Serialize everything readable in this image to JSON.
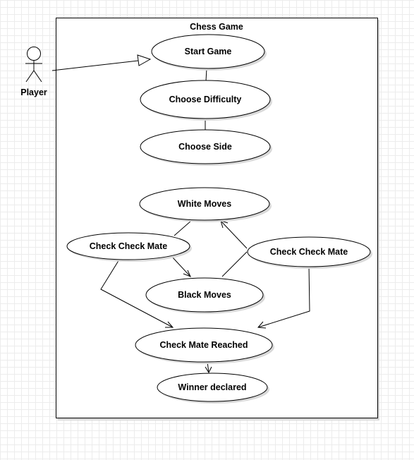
{
  "diagram": {
    "system_title": "Chess Game",
    "actor": {
      "label": "Player"
    },
    "use_cases": {
      "start_game": "Start Game",
      "choose_difficulty": "Choose Difficulty",
      "choose_side": "Choose Side",
      "white_moves": "White Moves",
      "check_mate_left": "Check Check Mate",
      "check_mate_right": "Check Check Mate",
      "black_moves": "Black Moves",
      "check_mate_reached": "Check Mate Reached",
      "winner_declared": "Winner declared"
    }
  }
}
